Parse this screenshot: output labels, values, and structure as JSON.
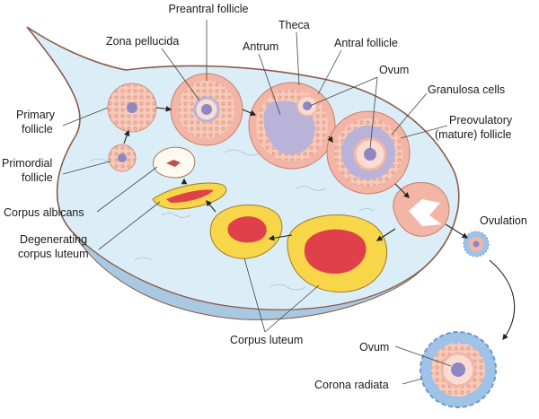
{
  "labels": {
    "preantral_follicle": "Preantral follicle",
    "zona_pellucida": "Zona pellucida",
    "theca": "Theca",
    "antrum": "Antrum",
    "antral_follicle": "Antral follicle",
    "ovum_top": "Ovum",
    "granulosa_cells": "Granulosa cells",
    "preovulatory_1": "Preovulatory",
    "preovulatory_2": "(mature) follicle",
    "primary_1": "Primary",
    "primary_2": "follicle",
    "primordial_1": "Primordial",
    "primordial_2": "follicle",
    "corpus_albicans": "Corpus albicans",
    "degenerating_1": "Degenerating",
    "degenerating_2": "corpus luteum",
    "ovulation": "Ovulation",
    "corpus_luteum": "Corpus luteum",
    "ovum_bottom": "Ovum",
    "corona_radiata": "Corona radiata"
  },
  "colors": {
    "ovary_fill": "#dbeef7",
    "ovary_outline": "#8a5a4a",
    "follicle_pink": "#f3b6a6",
    "follicle_light": "#fadcd2",
    "antrum_blue": "#b9b3d9",
    "ovum_purple": "#8f86c4",
    "luteum_yellow": "#f7d64a",
    "luteum_red": "#e0404a",
    "albicans_white": "#fffaf0",
    "corona_blue": "#9fc3e6"
  }
}
